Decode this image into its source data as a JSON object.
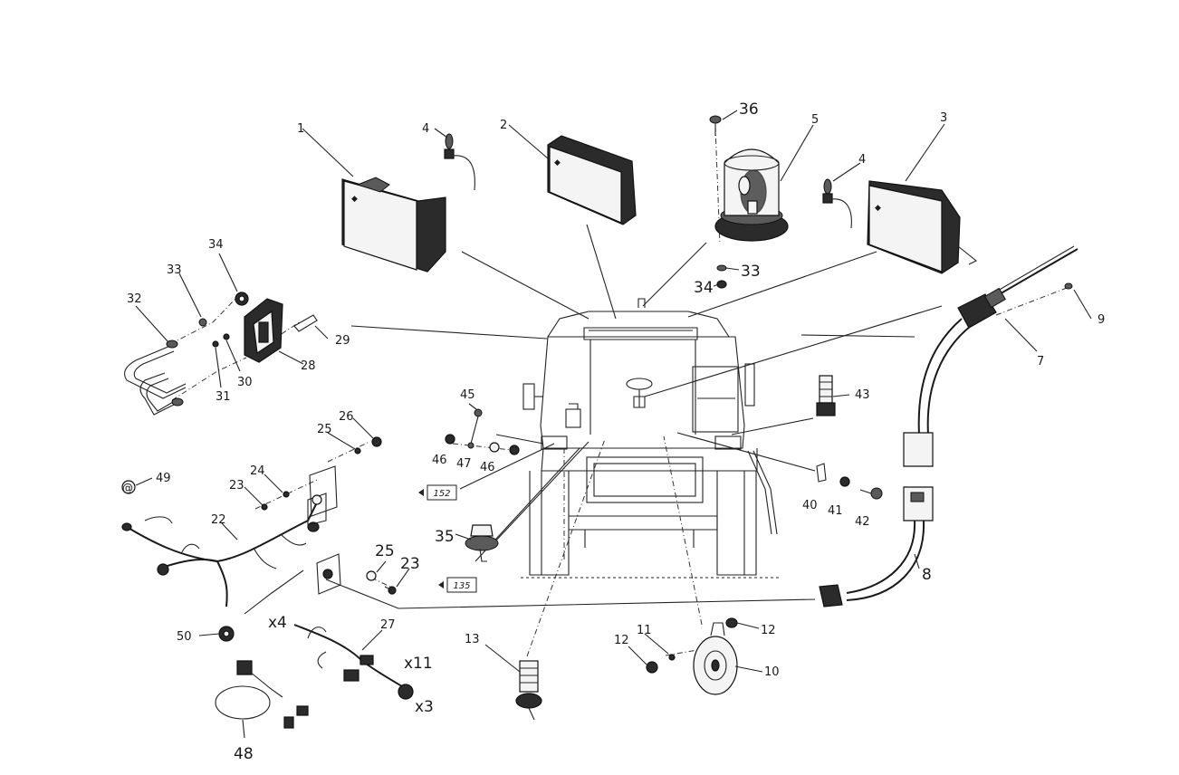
{
  "parts": [
    {
      "key": "p1",
      "label": "1"
    },
    {
      "key": "p2",
      "label": "2"
    },
    {
      "key": "p3",
      "label": "3"
    },
    {
      "key": "p4a",
      "label": "4"
    },
    {
      "key": "p4b",
      "label": "4"
    },
    {
      "key": "p5",
      "label": "5"
    },
    {
      "key": "p36",
      "label": "36"
    },
    {
      "key": "p33a",
      "label": "33"
    },
    {
      "key": "p34a",
      "label": "34"
    },
    {
      "key": "p9",
      "label": "9"
    },
    {
      "key": "p7",
      "label": "7"
    },
    {
      "key": "p8",
      "label": "8"
    },
    {
      "key": "p32",
      "label": "32"
    },
    {
      "key": "p33b",
      "label": "33"
    },
    {
      "key": "p34b",
      "label": "34"
    },
    {
      "key": "p28",
      "label": "28"
    },
    {
      "key": "p29",
      "label": "29"
    },
    {
      "key": "p30",
      "label": "30"
    },
    {
      "key": "p31",
      "label": "31"
    },
    {
      "key": "p43",
      "label": "43"
    },
    {
      "key": "p45",
      "label": "45"
    },
    {
      "key": "p46a",
      "label": "46"
    },
    {
      "key": "p47",
      "label": "47"
    },
    {
      "key": "p46b",
      "label": "46"
    },
    {
      "key": "p40",
      "label": "40"
    },
    {
      "key": "p41",
      "label": "41"
    },
    {
      "key": "p42",
      "label": "42"
    },
    {
      "key": "p26",
      "label": "26"
    },
    {
      "key": "p25a",
      "label": "25"
    },
    {
      "key": "p24",
      "label": "24"
    },
    {
      "key": "p23a",
      "label": "23"
    },
    {
      "key": "p49",
      "label": "49"
    },
    {
      "key": "p22",
      "label": "22"
    },
    {
      "key": "p25b",
      "label": "25"
    },
    {
      "key": "p23b",
      "label": "23"
    },
    {
      "key": "p35",
      "label": "35"
    },
    {
      "key": "p50",
      "label": "50"
    },
    {
      "key": "p27",
      "label": "27"
    },
    {
      "key": "x4",
      "label": "x4"
    },
    {
      "key": "x11",
      "label": "x11"
    },
    {
      "key": "x3",
      "label": "x3"
    },
    {
      "key": "p48",
      "label": "48"
    },
    {
      "key": "p13",
      "label": "13"
    },
    {
      "key": "p11",
      "label": "11"
    },
    {
      "key": "p12a",
      "label": "12"
    },
    {
      "key": "p12b",
      "label": "12"
    },
    {
      "key": "p10",
      "label": "10"
    }
  ],
  "page_refs": [
    {
      "key": "ref152",
      "label": "152"
    },
    {
      "key": "ref135",
      "label": "135"
    }
  ]
}
